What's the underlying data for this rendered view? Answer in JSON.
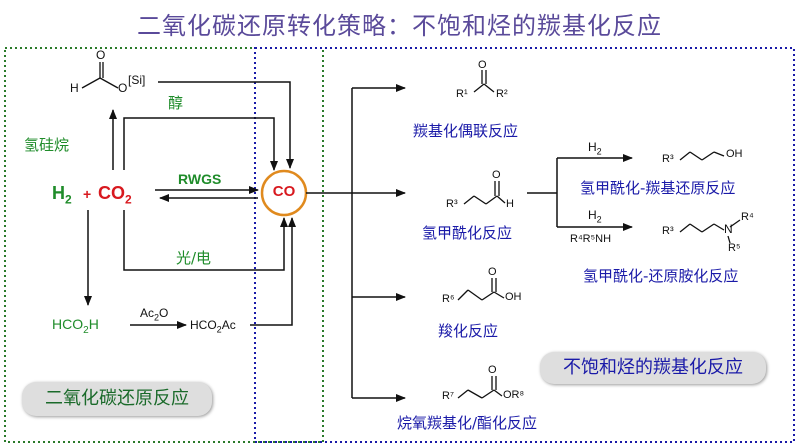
{
  "title": "二氧化碳还原转化策略：不饱和烃的羰基化反应",
  "left_panel": {
    "h2": "H",
    "h2_sub": "2",
    "plus": "+",
    "co2": "CO",
    "co2_sub": "2",
    "hydrosilane_label": "氢硅烷",
    "alcohol_label": "醇",
    "rwgs_label": "RWGS",
    "photo_electro_label": "光/电",
    "formic_acid": "HCO",
    "formic_sub": "2",
    "formic_h": "H",
    "ac2o": "Ac",
    "ac2o_sub": "2",
    "ac2o_o": "O",
    "hco2ac": "HCO",
    "hco2ac_sub": "2",
    "hco2ac_ac": "Ac",
    "silyl_formate_h": "H",
    "silyl_formate_o1": "O",
    "silyl_formate_o2": "O",
    "silyl_formate_si": "[Si]",
    "badge": "二氧化碳还原反应"
  },
  "center": {
    "co": "CO"
  },
  "right_panel": {
    "carbonyl_coupling": "羰基化偶联反应",
    "hydroformylation": "氢甲酰化反应",
    "hydroformylation_reduction": "氢甲酰化-羰基还原反应",
    "hydroformylation_amination": "氢甲酰化-还原胺化反应",
    "hydrocarboxylation": "羧化反应",
    "alkoxycarbonylation": "烷氧羰基化/酯化反应",
    "h2_top": "H",
    "h2_top_sub": "2",
    "h2_mid": "H",
    "h2_mid_sub": "2",
    "amine_reagent": "R⁴R⁵NH",
    "badge": "不饱和烃的羰基化反应",
    "ketone_r1": "R¹",
    "ketone_r2": "R²",
    "ketone_o": "O",
    "aldehyde_r3": "R³",
    "aldehyde_o": "O",
    "aldehyde_h": "H",
    "alcohol_r3": "R³",
    "alcohol_oh": "OH",
    "amine_r3": "R³",
    "amine_n": "N",
    "amine_r4": "R⁴",
    "amine_r5": "R⁵",
    "acid_r6": "R⁶",
    "acid_o": "O",
    "acid_oh": "OH",
    "ester_r7": "R⁷",
    "ester_o": "O",
    "ester_or8": "OR⁸"
  }
}
